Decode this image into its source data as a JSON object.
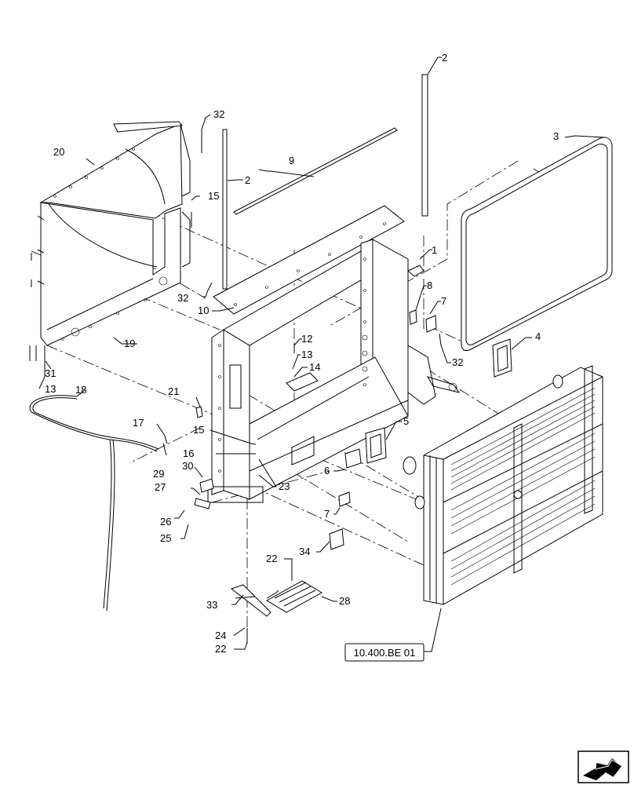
{
  "callouts": [
    "1",
    "2",
    "2",
    "3",
    "4",
    "5",
    "6",
    "7",
    "7",
    "8",
    "9",
    "10",
    "12",
    "13",
    "13",
    "14",
    "15",
    "15",
    "16",
    "17",
    "18",
    "19",
    "20",
    "21",
    "22",
    "22",
    "23",
    "24",
    "25",
    "26",
    "27",
    "28",
    "29",
    "30",
    "31",
    "32",
    "32",
    "32",
    "33",
    "34"
  ],
  "reference": {
    "label": "10.400.BE 01"
  },
  "nav_icon": {
    "name": "next-page-arrow-icon"
  }
}
